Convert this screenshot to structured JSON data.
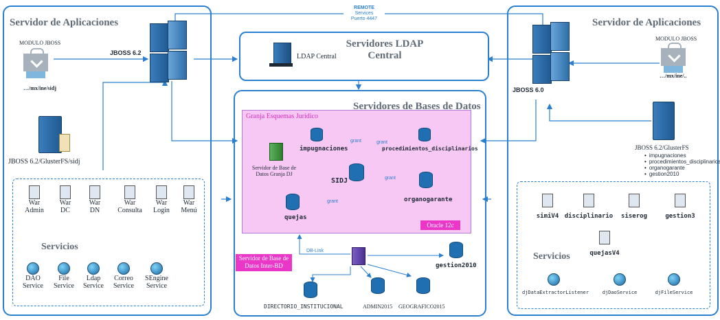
{
  "remote": {
    "title": "REMOTE",
    "line2": "Services",
    "line3": "Puerto 4447"
  },
  "left": {
    "title": "Servidor de Aplicaciones",
    "modulo": "MODULO JBOSS",
    "path": "…/mx/ine/sidj",
    "jboss": "JBOSS 6.2",
    "gluster": "JBOSS 6.2/GlusterFS/sidj",
    "wars": [
      {
        "l1": "War",
        "l2": "Admin"
      },
      {
        "l1": "War",
        "l2": "DC"
      },
      {
        "l1": "War",
        "l2": "DN"
      },
      {
        "l1": "War",
        "l2": "Consulta"
      },
      {
        "l1": "War",
        "l2": "Login"
      },
      {
        "l1": "War",
        "l2": "Menú"
      }
    ],
    "servicios_title": "Servicios",
    "services": [
      {
        "l1": "DAO",
        "l2": "Service"
      },
      {
        "l1": "File",
        "l2": "Service"
      },
      {
        "l1": "Ldap",
        "l2": "Service"
      },
      {
        "l1": "Correo",
        "l2": "Service"
      },
      {
        "l1": "SEngine",
        "l2": "Service"
      }
    ]
  },
  "ldap": {
    "title1": "Servidores LDAP",
    "title2": "Central",
    "label": "LDAP Central"
  },
  "db": {
    "title": "Servidores de Bases de Datos",
    "granja": "Granja Esquemas Jurídico",
    "server_l1": "Servidor de Base de",
    "server_l2": "Datos Granja DJ",
    "impugnaciones": "impugnaciones",
    "procedimientos": "procedimientos_disciplinarios",
    "sidj": "SIDJ",
    "organogarante": "organogarante",
    "quejas": "quejas",
    "grant": "grant",
    "oracle": "Oracle 12c",
    "interbd_l1": "Servidor de Base de",
    "interbd_l2": "Datos Inter-BD",
    "dblink": "DB-Link",
    "gestion2010": "gestion2010",
    "directorio": "DIRECTORIO_INSTITUCIONAL",
    "admin2015": "ADMIN2015",
    "geografico": "GEOGRAFICO2015"
  },
  "right": {
    "title": "Servidor de Aplicaciones",
    "modulo": "MODULO JBOSS",
    "path": "…/mx/ine/..",
    "jboss": "JBOSS 6.0",
    "gluster": "JBOSS 6.2/GlusterFS",
    "gluster_items": [
      "impugnaciones",
      "procedimientos_disciplinarios",
      "organogarante",
      "gestion2010"
    ],
    "wars": [
      "simiV4",
      "disciplinario",
      "siserog",
      "gestion3",
      "quejasV4"
    ],
    "servicios_title": "Servicios",
    "services": [
      "djDataExtractorListener",
      "djDaoService",
      "djFileService"
    ]
  }
}
